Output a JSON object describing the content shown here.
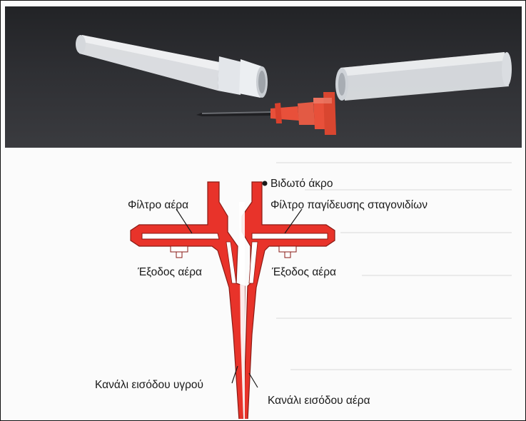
{
  "labels": {
    "threaded_tip": "Βιδωτό άκρο",
    "air_filter": "Φίλτρο αέρα",
    "droplet_filter": "Φίλτρο παγίδευσης σταγονιδίων",
    "air_outlet_left": "Έξοδος αέρα",
    "air_outlet_right": "Έξοδος αέρα",
    "fluid_channel": "Κανάλι εισόδου υγρού",
    "air_channel": "Κανάλι εισόδου αέρα"
  },
  "colors": {
    "device_red": "#e8332a",
    "outline": "#8a1a14",
    "photo_bg": "#2b2c30",
    "connector_orange": "#e8503a"
  },
  "icons": {
    "photo": "vented-needle-with-caps-photo",
    "diagram": "vented-spike-cross-section-diagram"
  }
}
